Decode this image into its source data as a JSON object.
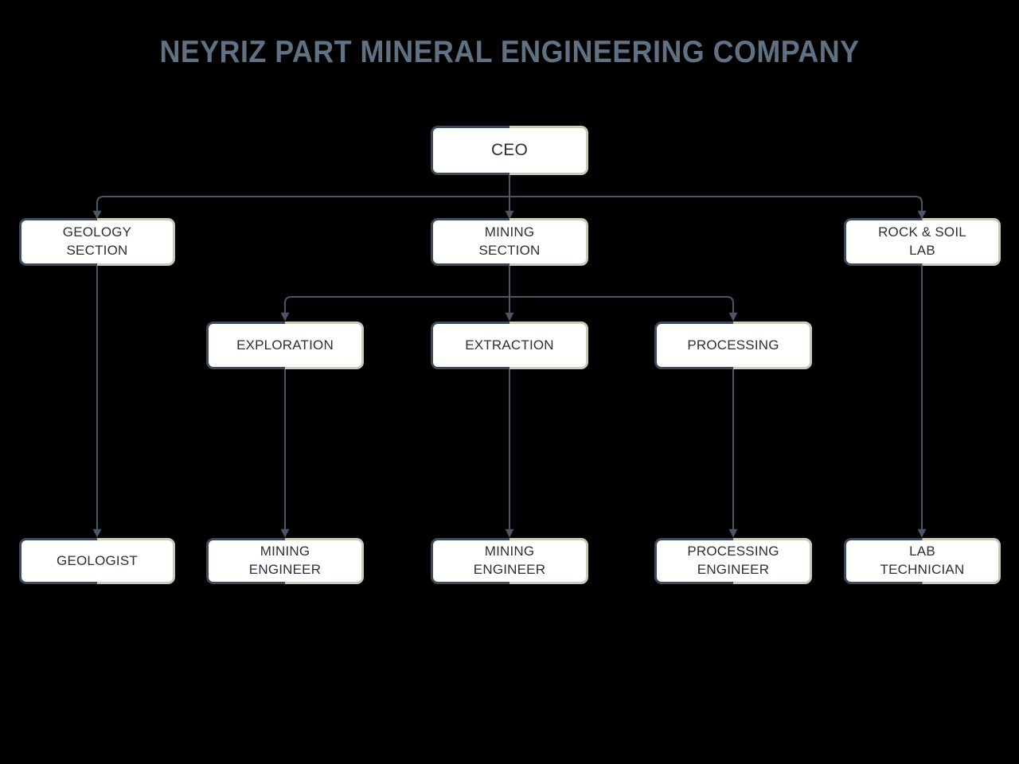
{
  "title": "NEYRIZ PART MINERAL ENGINEERING COMPANY",
  "theme": {
    "background": "#000000",
    "title_color": "#5f7183",
    "node_fill": "#ffffff",
    "node_border_left": "#3d4a5c",
    "node_border_right": "#cdc9b8",
    "node_text": "#2b2f38",
    "connector_color": "#4a5565"
  },
  "nodes": {
    "ceo": {
      "label": "CEO"
    },
    "geology_section": {
      "label": "GEOLOGY\nSECTION"
    },
    "mining_section": {
      "label": "MINING\nSECTION"
    },
    "rock_soil_lab": {
      "label": "ROCK & SOIL\nLAB"
    },
    "exploration": {
      "label": "EXPLORATION"
    },
    "extraction": {
      "label": "EXTRACTION"
    },
    "processing": {
      "label": "PROCESSING"
    },
    "geologist": {
      "label": "GEOLOGIST"
    },
    "mining_engineer_exploration": {
      "label": "MINING\nENGINEER"
    },
    "mining_engineer_extraction": {
      "label": "MINING\nENGINEER"
    },
    "processing_engineer": {
      "label": "PROCESSING\nENGINEER"
    },
    "lab_technician": {
      "label": "LAB\nTECHNICIAN"
    }
  },
  "relationships": [
    {
      "from": "ceo",
      "to": "geology_section"
    },
    {
      "from": "ceo",
      "to": "mining_section"
    },
    {
      "from": "ceo",
      "to": "rock_soil_lab"
    },
    {
      "from": "mining_section",
      "to": "exploration"
    },
    {
      "from": "mining_section",
      "to": "extraction"
    },
    {
      "from": "mining_section",
      "to": "processing"
    },
    {
      "from": "geology_section",
      "to": "geologist"
    },
    {
      "from": "exploration",
      "to": "mining_engineer_exploration"
    },
    {
      "from": "extraction",
      "to": "mining_engineer_extraction"
    },
    {
      "from": "processing",
      "to": "processing_engineer"
    },
    {
      "from": "rock_soil_lab",
      "to": "lab_technician"
    }
  ]
}
